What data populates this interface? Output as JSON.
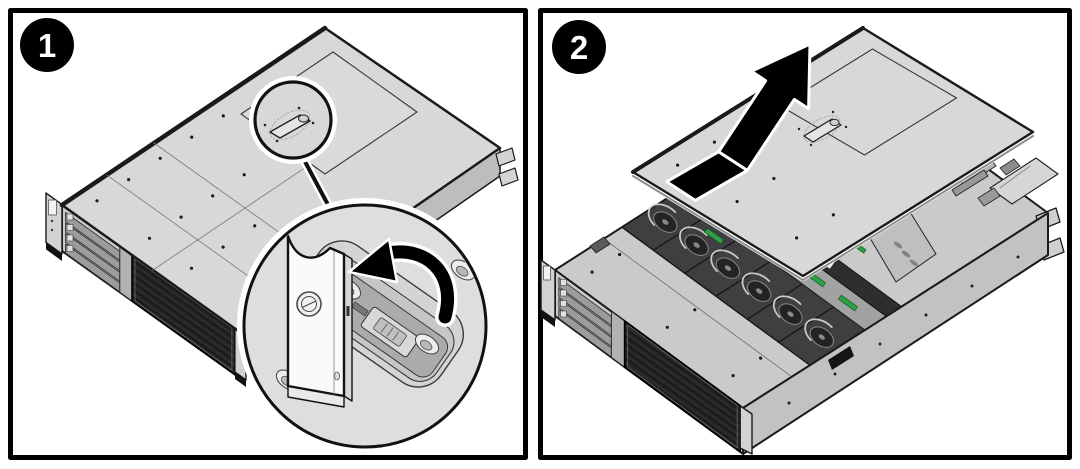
{
  "figure": {
    "panels": [
      {
        "step_number": "1",
        "illustration_name": "server-cover-release-latch-rotate"
      },
      {
        "step_number": "2",
        "illustration_name": "server-top-cover-lift-off"
      }
    ]
  },
  "icons": {
    "rotate_arrow": "curved-counterclockwise-arrow-icon",
    "lift_arrow": "bent-lift-up-arrow-icon",
    "latch": "cover-release-latch-icon",
    "latch_location": "latch-location-callout-circle"
  },
  "colors": {
    "panel_border": "#000000",
    "outline": "#1a1a1a",
    "badge_bg": "#000000",
    "badge_text": "#ffffff",
    "metal_light": "#d8d8d8",
    "metal_mid": "#cacaca",
    "detail_bg": "#dedede",
    "grille": "#242424",
    "fan_dark": "#3f3f42",
    "connector_green": "#2f9e44",
    "arrow": "#000000",
    "halo": "#ffffff"
  }
}
